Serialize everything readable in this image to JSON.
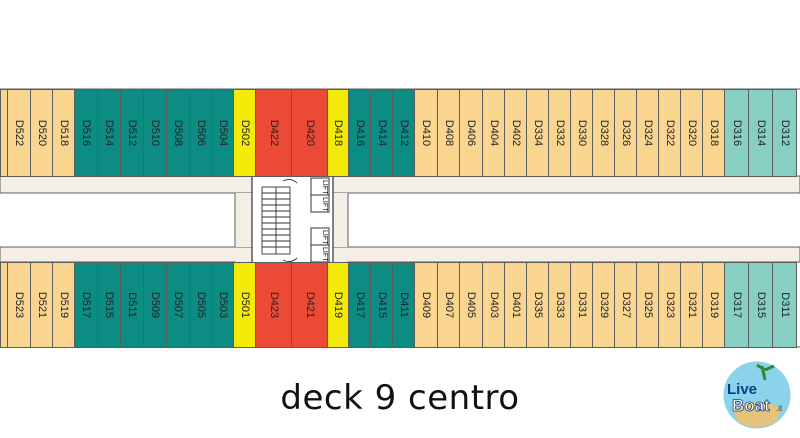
{
  "colors": {
    "peach": "#f9d58f",
    "teal": "#0d8c84",
    "mint": "#86cfc2",
    "yellow": "#f4ea07",
    "red": "#eb4a36",
    "corridor": "#f4eee6",
    "outline": "#5c5c5c"
  },
  "top_row": [
    {
      "id": "",
      "color": "peach"
    },
    {
      "id": "D522",
      "color": "peach"
    },
    {
      "id": "D520",
      "color": "peach"
    },
    {
      "id": "D518",
      "color": "peach"
    },
    {
      "id": "D516",
      "color": "teal"
    },
    {
      "id": "D514",
      "color": "teal"
    },
    {
      "id": "D512",
      "color": "teal"
    },
    {
      "id": "D510",
      "color": "teal"
    },
    {
      "id": "D508",
      "color": "teal"
    },
    {
      "id": "D506",
      "color": "teal"
    },
    {
      "id": "D504",
      "color": "teal"
    },
    {
      "id": "D502",
      "color": "yellow"
    },
    {
      "id": "D422",
      "color": "red"
    },
    {
      "id": "D420",
      "color": "red"
    },
    {
      "id": "D418",
      "color": "yellow"
    },
    {
      "id": "D416",
      "color": "teal"
    },
    {
      "id": "D414",
      "color": "teal"
    },
    {
      "id": "D412",
      "color": "teal"
    },
    {
      "id": "D410",
      "color": "peach"
    },
    {
      "id": "D408",
      "color": "peach"
    },
    {
      "id": "D406",
      "color": "peach"
    },
    {
      "id": "D404",
      "color": "peach"
    },
    {
      "id": "D402",
      "color": "peach"
    },
    {
      "id": "D334",
      "color": "peach"
    },
    {
      "id": "D332",
      "color": "peach"
    },
    {
      "id": "D330",
      "color": "peach"
    },
    {
      "id": "D328",
      "color": "peach"
    },
    {
      "id": "D326",
      "color": "peach"
    },
    {
      "id": "D324",
      "color": "peach"
    },
    {
      "id": "D322",
      "color": "peach"
    },
    {
      "id": "D320",
      "color": "peach"
    },
    {
      "id": "D318",
      "color": "peach"
    },
    {
      "id": "D316",
      "color": "mint"
    },
    {
      "id": "D314",
      "color": "mint"
    },
    {
      "id": "D312",
      "color": "mint"
    }
  ],
  "bottom_row": [
    {
      "id": "",
      "color": "peach"
    },
    {
      "id": "D523",
      "color": "peach"
    },
    {
      "id": "D521",
      "color": "peach"
    },
    {
      "id": "D519",
      "color": "peach"
    },
    {
      "id": "D517",
      "color": "teal"
    },
    {
      "id": "D515",
      "color": "teal"
    },
    {
      "id": "D511",
      "color": "teal"
    },
    {
      "id": "D509",
      "color": "teal"
    },
    {
      "id": "D507",
      "color": "teal"
    },
    {
      "id": "D505",
      "color": "teal"
    },
    {
      "id": "D503",
      "color": "teal"
    },
    {
      "id": "D501",
      "color": "yellow"
    },
    {
      "id": "D423",
      "color": "red"
    },
    {
      "id": "D421",
      "color": "red"
    },
    {
      "id": "D419",
      "color": "yellow"
    },
    {
      "id": "D417",
      "color": "teal"
    },
    {
      "id": "D415",
      "color": "teal"
    },
    {
      "id": "D411",
      "color": "teal"
    },
    {
      "id": "D409",
      "color": "peach"
    },
    {
      "id": "D407",
      "color": "peach"
    },
    {
      "id": "D405",
      "color": "peach"
    },
    {
      "id": "D403",
      "color": "peach"
    },
    {
      "id": "D401",
      "color": "peach"
    },
    {
      "id": "D335",
      "color": "peach"
    },
    {
      "id": "D333",
      "color": "peach"
    },
    {
      "id": "D331",
      "color": "peach"
    },
    {
      "id": "D329",
      "color": "peach"
    },
    {
      "id": "D327",
      "color": "peach"
    },
    {
      "id": "D325",
      "color": "peach"
    },
    {
      "id": "D323",
      "color": "peach"
    },
    {
      "id": "D321",
      "color": "peach"
    },
    {
      "id": "D319",
      "color": "peach"
    },
    {
      "id": "D317",
      "color": "mint"
    },
    {
      "id": "D315",
      "color": "mint"
    },
    {
      "id": "D311",
      "color": "mint"
    }
  ],
  "lifts": {
    "label": "LIFT"
  },
  "caption": "deck 9 centro",
  "logo": {
    "line1": "Live",
    "line2": "Boat",
    "suffix": ".it"
  }
}
